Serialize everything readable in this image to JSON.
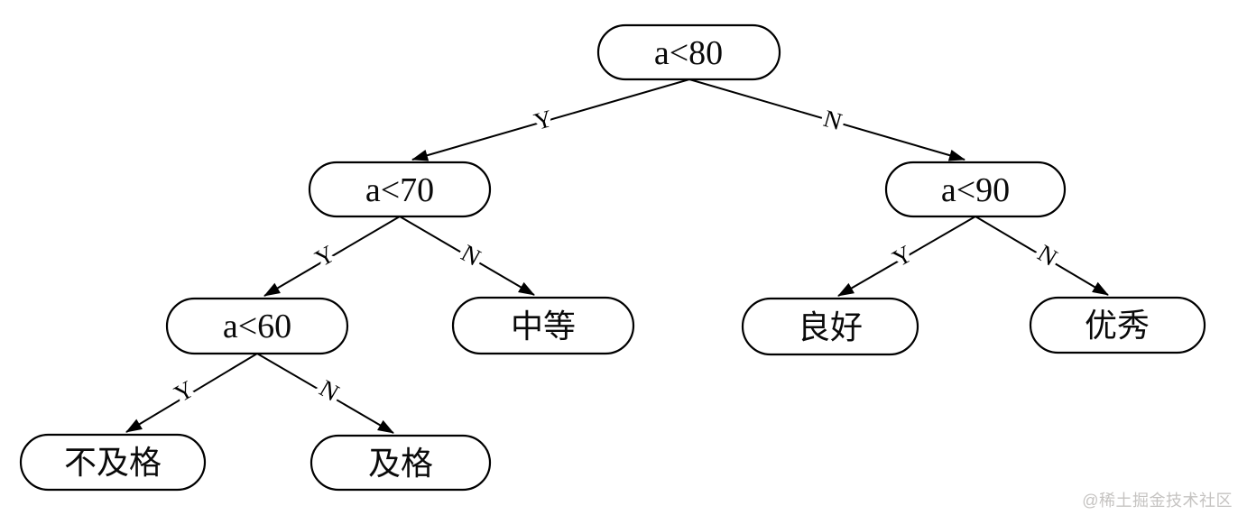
{
  "diagram": {
    "type": "decision-tree",
    "nodes": [
      {
        "id": "root",
        "label": "a<80",
        "kind": "decision"
      },
      {
        "id": "a70",
        "label": "a<70",
        "kind": "decision"
      },
      {
        "id": "a90",
        "label": "a<90",
        "kind": "decision"
      },
      {
        "id": "a60",
        "label": "a<60",
        "kind": "decision"
      },
      {
        "id": "medium",
        "label": "中等",
        "kind": "leaf"
      },
      {
        "id": "good",
        "label": "良好",
        "kind": "leaf"
      },
      {
        "id": "excellent",
        "label": "优秀",
        "kind": "leaf"
      },
      {
        "id": "fail",
        "label": "不及格",
        "kind": "leaf"
      },
      {
        "id": "pass",
        "label": "及格",
        "kind": "leaf"
      }
    ],
    "edges": [
      {
        "from": "a<80",
        "to": "a<70",
        "label": "Y"
      },
      {
        "from": "a<80",
        "to": "a<90",
        "label": "N"
      },
      {
        "from": "a<70",
        "to": "a<60",
        "label": "Y"
      },
      {
        "from": "a<70",
        "to": "中等",
        "label": "N"
      },
      {
        "from": "a<90",
        "to": "良好",
        "label": "Y"
      },
      {
        "from": "a<90",
        "to": "优秀",
        "label": "N"
      },
      {
        "from": "a<60",
        "to": "不及格",
        "label": "Y"
      },
      {
        "from": "a<60",
        "to": "及格",
        "label": "N"
      }
    ]
  },
  "watermark": {
    "text": "@稀土掘金技术社区",
    "color": "#c5c3c1"
  },
  "colors": {
    "background": "#ffffff",
    "node_fill": "#ffffff",
    "node_stroke": "#000000",
    "edge_stroke": "#000000",
    "text": "#0a0a0a"
  }
}
